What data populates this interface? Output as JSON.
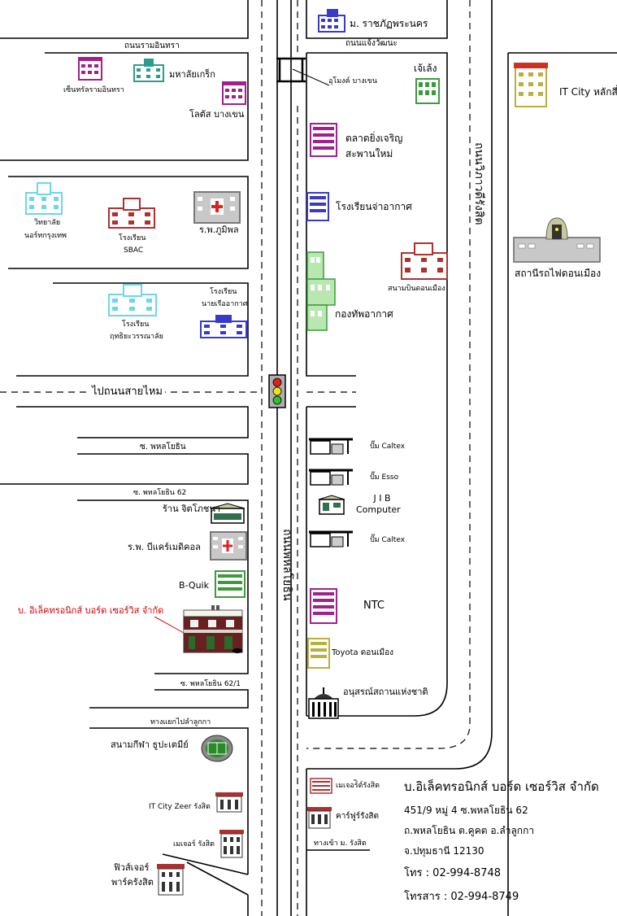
{
  "roads": {
    "ram_intra": "ถนนรามอินทรา",
    "chaeng_watthana": "ถนนแจ้งวัฒนะ",
    "to_sai_mai": "ไปถนนสายไหม",
    "soi_phahon_yothin": "ซ. พหลโยธิน",
    "soi_62": "ซ. พหลโยธิน 62",
    "soi_62_1": "ซ. พหลโยธิน 62/1",
    "to_lam_luk_ka": "ทางแยกไปลำลูกกา",
    "phahon_yothin_road": "ถนนพหลโยธิน",
    "vibhavadi_rangsit_road": "ถนนวิภาวดีรังสิต",
    "rangsit_entrance": "ทางเข้า ม. รังสิต"
  },
  "places": {
    "rajabhat": "ม. ราชภัฏพระนคร",
    "central_ramintra": "เซ็นทรัลรามอินทรา",
    "mahalap_greek": "มหาลัยเกร็ก",
    "lotus_bangkhen": "โลตัส บางเขน",
    "tunnel_bangkhen": "อุโมงค์ บางเขน",
    "chee_leng": "เจ้เล้ง",
    "it_city_laksi": "IT City หลักสี่",
    "market_line1": "ตลาดยิ่งเจริญ",
    "market_line2": "สะพานใหม่",
    "wittaya_line1": "วิทยาลัย",
    "wittaya_line2": "นอร์ทกรุงเทพ",
    "sbac_line1": "โรงเรียน",
    "sbac_line2": "SBAC",
    "bhumibol": "ร.พ.ภูมิพล",
    "jaa_school": "โรงเรียนจ่าอากาศ",
    "donmuang_station": "สถานีรถไฟดอนเมือง",
    "donmuang_airport": "สนามบินดอนเมือง",
    "naval_air_line1": "โรงเรียน",
    "naval_air_line2": "นายเรืออากาศ",
    "rtaf_hq": "กองทัพอากาศ",
    "ruthiyawan_line1": "โรงเรียน",
    "ruthiyawan_line2": "ฤทธิยะวรรณาลัย",
    "caltex1": "ปั๊ม Caltex",
    "esso": "ปั๊ม Esso",
    "jib_line1": "J I B",
    "jib_line2": "Computer",
    "caltex2": "ปั๊ม Caltex",
    "jit_phochana": "ร้าน จิตโภชนา",
    "bcare": "ร.พ. บีแคร์เมดิคอล",
    "bquik": "B-Quik",
    "company_location": "บ. อิเล็คทรอนิกส์ บอร์ด เซอร์วิส จำกัด",
    "ntc": "NTC",
    "toyota": "Toyota ดอนเมือง",
    "monument": "อนุสรณ์สถานแห่งชาติ",
    "stadium": "สนามกีฬา ธูปะเตมีย์",
    "it_city_zeer": "IT City  Zeer รังสิต",
    "major_rangsit": "เมเจอร์ รังสิต",
    "future_line1": "ฟิวส์เจอร์",
    "future_line2": "พาร์ครังสิต",
    "major_rangsit_small": "เมเจอร์ิต์รังสิต",
    "carrefour": "คาร์ฟูร์รังสิต"
  },
  "company_info": {
    "name": "บ.อิเล็คทรอนิกส์ บอร์ด เซอร์วิส จำกัด",
    "address1": "451/9 หมู่ 4  ซ.พหลโยธิน 62",
    "address2": "ถ.พหลโยธิน  ต.คูคต  อ.ลำลูกกา",
    "address3": "จ.ปทุมธานี  12130",
    "phone": "โทร : 02-994-8748",
    "fax": "โทรสาร : 02-994-8749"
  },
  "colors": {
    "road_line": "#000000",
    "building_blue": "#3a3ac8",
    "building_green": "#3c9a3c",
    "building_teal": "#2e9c8c",
    "building_magenta": "#a0208c",
    "building_cyan": "#6ad8e8",
    "building_red": "#b03030",
    "building_olive": "#b8b040",
    "company_label": "#d00000"
  }
}
